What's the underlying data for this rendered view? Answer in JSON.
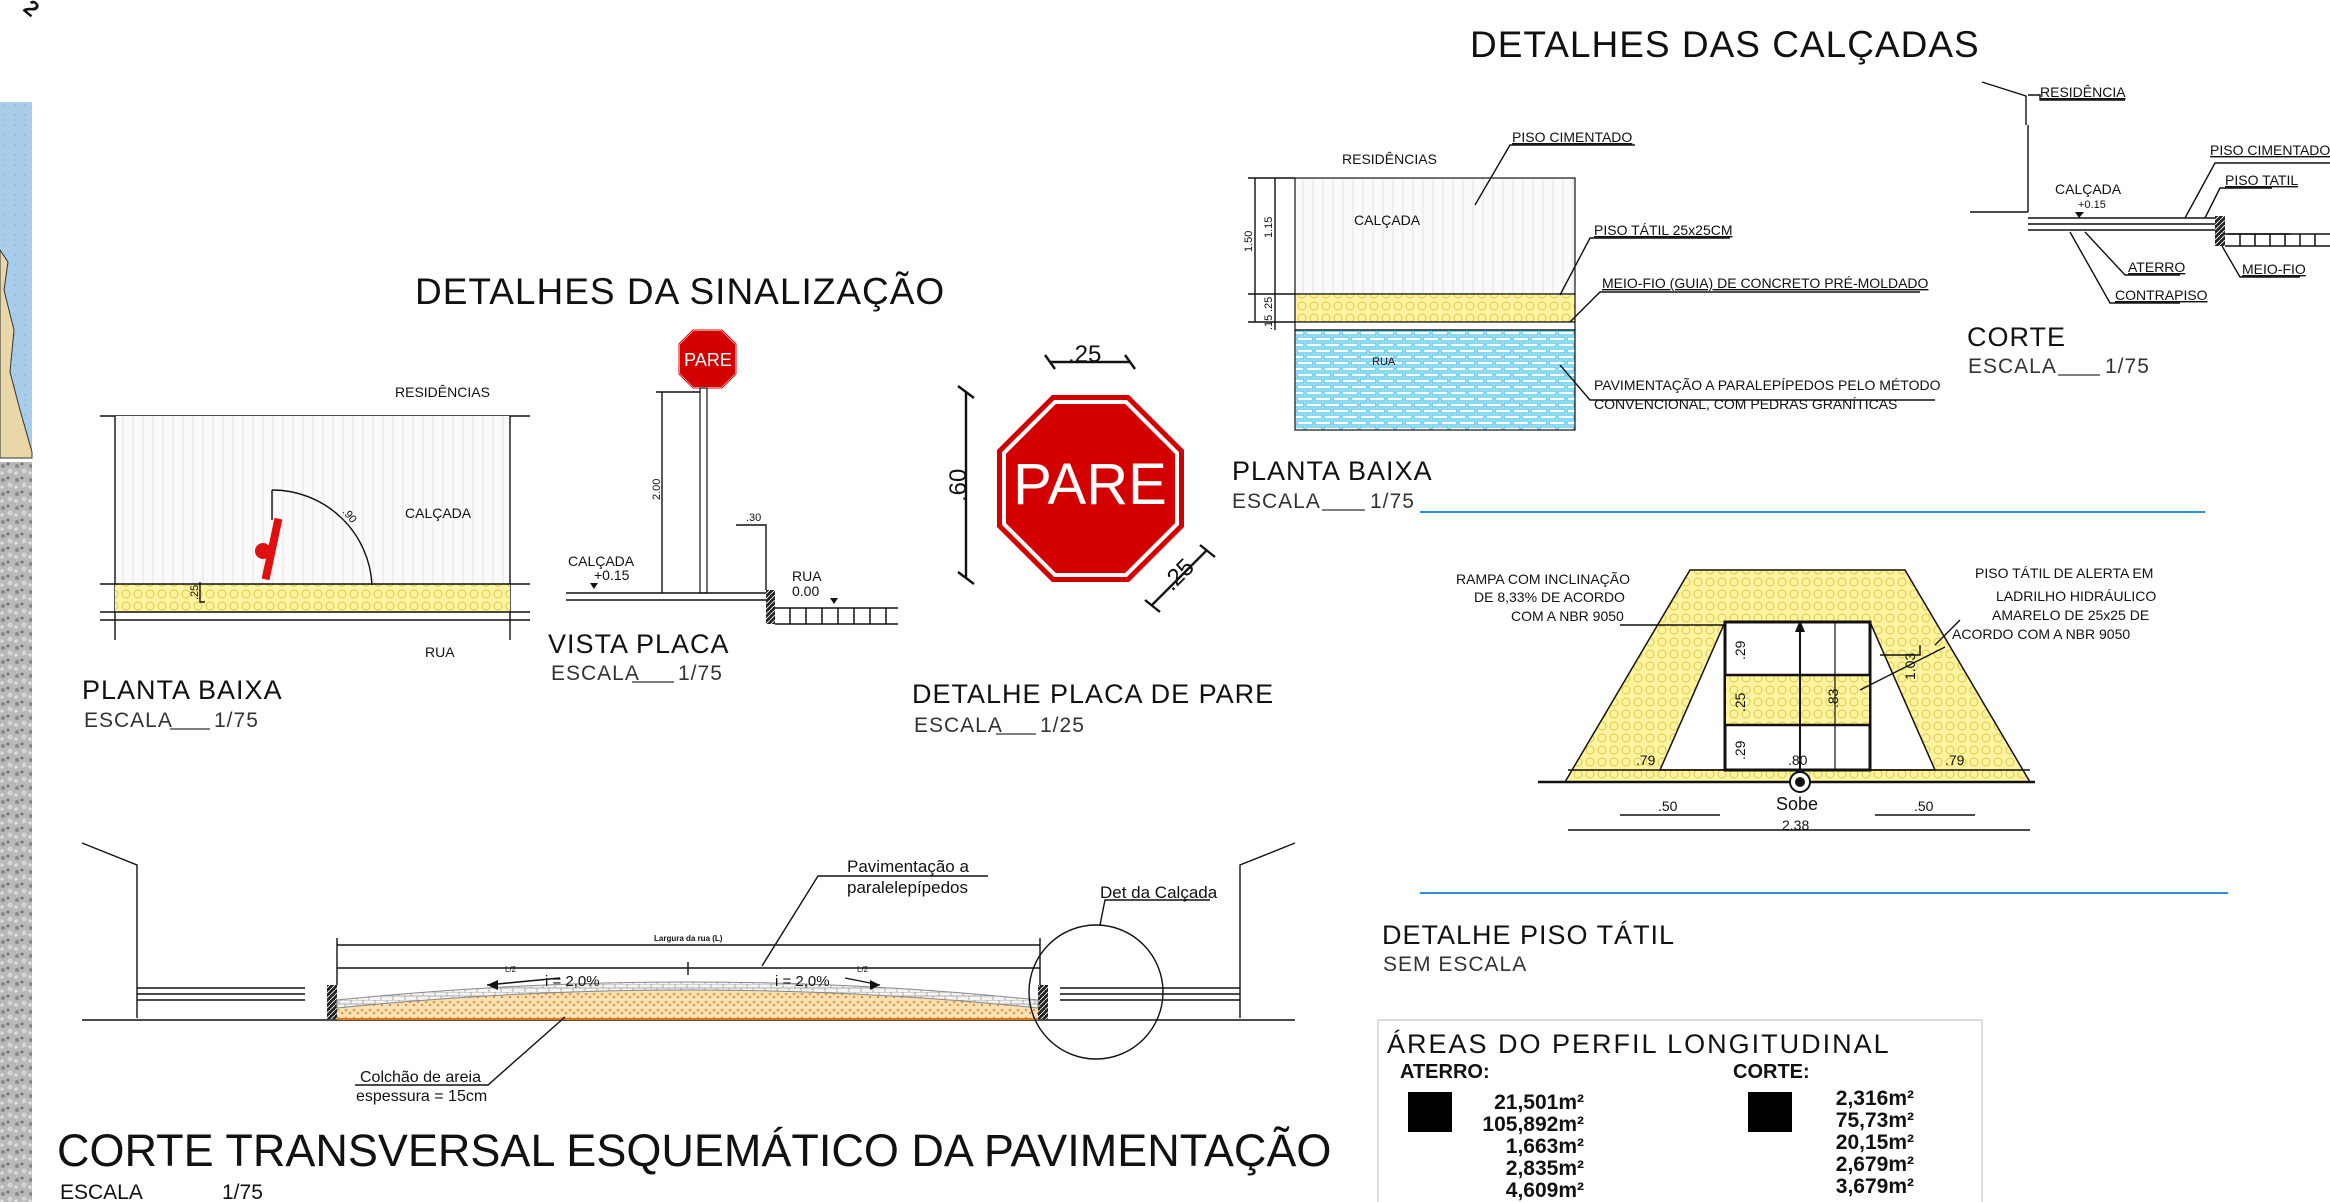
{
  "page": {
    "main_title": "DETALHES DAS CALÇADAS",
    "signal_title": "DETALHES DA SINALIZAÇÃO"
  },
  "colors": {
    "stop_red": "#d40000",
    "tactile_yellow": "#fff4a0",
    "paving_cyan": "#7fd8f0",
    "separator_blue": "#2a8fe0",
    "sand_orange": "#f0b060"
  },
  "planta_calcada": {
    "title": "PLANTA BAIXA",
    "scale_label": "ESCALA",
    "scale": "1/75",
    "residencias": "RESIDÊNCIAS",
    "calcada": "CALÇADA",
    "rua": "RUA",
    "dims": [
      "1.50",
      "1.15",
      ".25",
      ".15"
    ],
    "notes": {
      "piso_cimentado": "PISO CIMENTADO",
      "piso_tatil": "PISO TÁTIL 25x25CM",
      "meio_fio": "MEIO-FIO (GUIA) DE CONCRETO PRÉ-MOLDADO",
      "pavimentacao_1": "PAVIMENTAÇÃO A PARALEPÍPEDOS PELO MÉTODO",
      "pavimentacao_2": "CONVENCIONAL, COM PEDRAS GRANÍTICAS"
    }
  },
  "corte_calcada": {
    "title": "CORTE",
    "scale_label": "ESCALA",
    "scale": "1/75",
    "residencia": "RESIDÊNCIA",
    "calcada": "CALÇADA",
    "level": "+0.15",
    "piso_cimentado": "PISO CIMENTADO",
    "piso_tatil": "PISO TATIL",
    "aterro": "ATERRO",
    "contrapiso": "CONTRAPISO",
    "meio_fio": "MEIO-FIO"
  },
  "planta_sinal": {
    "title": "PLANTA BAIXA",
    "scale_label": "ESCALA",
    "scale": "1/75",
    "residencias": "RESIDÊNCIAS",
    "calcada": "CALÇADA",
    "rua": "RUA",
    "dims": [
      ".90",
      ".25"
    ]
  },
  "vista_placa": {
    "title": "VISTA PLACA",
    "scale_label": "ESCALA",
    "scale": "1/75",
    "sign_text": "PARE",
    "calcada": "CALÇADA",
    "calcada_level": "+0.15",
    "rua": "RUA",
    "rua_level": "0.00",
    "dims": [
      "2.00",
      ".30"
    ]
  },
  "placa_pare": {
    "title": "DETALHE PLACA DE PARE",
    "scale_label": "ESCALA",
    "scale": "1/25",
    "sign_text": "PARE",
    "dim_top": ".25",
    "dim_height": ".60",
    "dim_side": ".25"
  },
  "piso_tatil": {
    "title": "DETALHE PISO TÁTIL",
    "scale": "SEM ESCALA",
    "note_left": [
      "RAMPA COM INCLINAÇÃO",
      "DE 8,33% DE ACORDO",
      "COM A NBR 9050"
    ],
    "note_right": [
      "PISO TÁTIL DE ALERTA EM",
      "LADRILHO HIDRÁULICO",
      "AMARELO DE 25x25 DE",
      "ACORDO COM A NBR 9050"
    ],
    "dims": {
      "d29a": ".29",
      "d25": ".25",
      "d29b": ".29",
      "d83": ".83",
      "d103": "1.03",
      "d79a": ".79",
      "d80": ".80",
      "d79b": ".79",
      "d50a": ".50",
      "d50b": ".50",
      "total": "2.38"
    },
    "sobe": "Sobe"
  },
  "corte_pav": {
    "title": "CORTE TRANSVERSAL ESQUEMÁTICO DA PAVIMENTAÇÃO",
    "scale_label": "ESCALA",
    "scale": "1/75",
    "pav_label_1": "Pavimentação a",
    "pav_label_2": "paralelepípedos",
    "det_calcada": "Det da Calçada",
    "largura": "Largura da rua (L)",
    "half": "L/2",
    "slope": "i = 2,0%",
    "colchao_1": "Colchão de areia",
    "colchao_2": "espessura = 15cm"
  },
  "areas": {
    "title": "ÁREAS DO PERFIL LONGITUDINAL",
    "aterro_label": "ATERRO:",
    "corte_label": "CORTE:",
    "aterro_values": [
      "21,501m²",
      "105,892m²",
      "1,663m²",
      "2,835m²",
      "4,609m²"
    ],
    "corte_values": [
      "2,316m²",
      "75,73m²",
      "20,15m²",
      "2,679m²",
      "3,679m²"
    ]
  }
}
